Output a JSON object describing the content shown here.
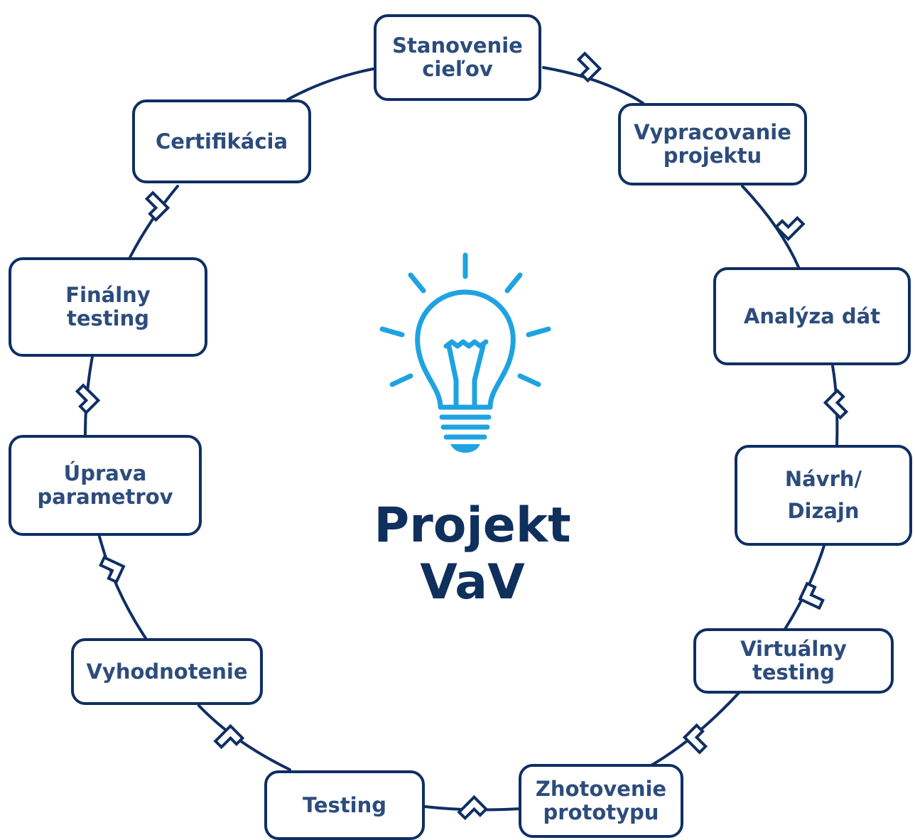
{
  "diagram": {
    "title": "Projekt\nVaV",
    "steps": [
      {
        "id": "stanovenie",
        "label": "Stanovenie\ncieľov"
      },
      {
        "id": "vypracovanie",
        "label": "Vypracovanie\nprojektu"
      },
      {
        "id": "analyza",
        "label": "Analýza dát"
      },
      {
        "id": "navrh",
        "label": "Návrh/\nDizajn"
      },
      {
        "id": "virtualny",
        "label": "Virtuálny\ntesting"
      },
      {
        "id": "zhotovenie",
        "label": "Zhotovenie\nprototypu"
      },
      {
        "id": "testing",
        "label": "Testing"
      },
      {
        "id": "vyhodnotenie",
        "label": "Vyhodnotenie"
      },
      {
        "id": "uprava",
        "label": "Úprava\nparametrov"
      },
      {
        "id": "finalny",
        "label": "Finálny\ntesting"
      },
      {
        "id": "certifikacia",
        "label": "Certifikácia"
      }
    ],
    "center_icon": "lightbulb-icon",
    "colors": {
      "border": "#0f2f63",
      "text": "#2c4c7c",
      "title": "#0f2f5c",
      "bulb": "#1fa3e0"
    }
  }
}
